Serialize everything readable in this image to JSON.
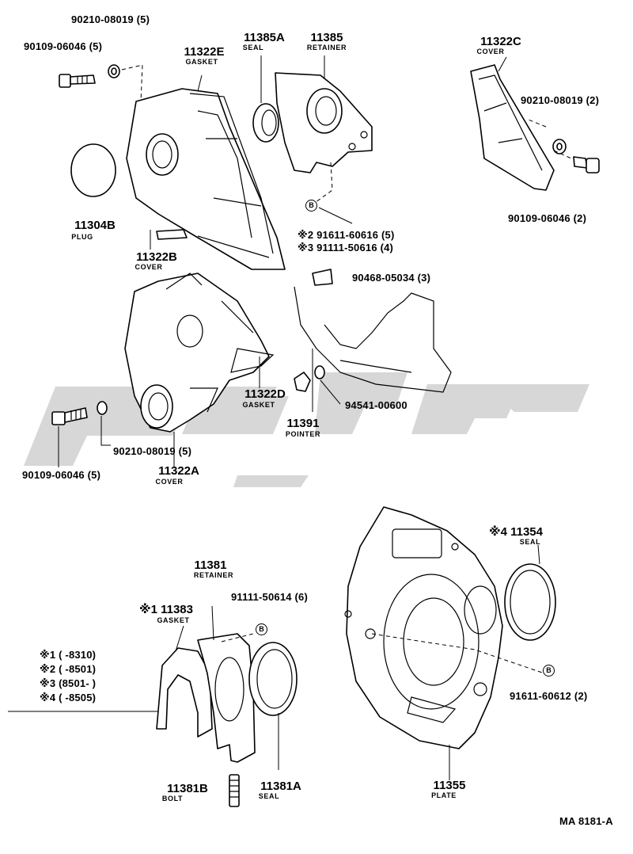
{
  "parts": {
    "p_90210_08019_a": "90210-08019 (5)",
    "p_90109_06046_a": "90109-06046 (5)",
    "p_11322E": "11322E",
    "p_11322E_name": "GASKET",
    "p_11385A": "11385A",
    "p_11385A_name": "SEAL",
    "p_11385": "11385",
    "p_11385_name": "RETAINER",
    "p_11322C": "11322C",
    "p_11322C_name": "COVER",
    "p_90210_08019_c": "90210-08019 (2)",
    "p_90109_06046_c": "90109-06046 (2)",
    "p_11304B": "11304B",
    "p_11304B_name": "PLUG",
    "p_11322B": "11322B",
    "p_11322B_name": "COVER",
    "p_91611_60616": "※2 91611-60616 (5)",
    "p_91111_50616": "※3 91111-50616 (4)",
    "p_90468_05034": "90468-05034 (3)",
    "p_11322D": "11322D",
    "p_11322D_name": "GASKET",
    "p_94541_00600": "94541-00600",
    "p_11391": "11391",
    "p_11391_name": "POINTER",
    "p_90210_08019_b": "90210-08019 (5)",
    "p_90109_06046_b": "90109-06046 (5)",
    "p_11322A": "11322A",
    "p_11322A_name": "COVER",
    "p_11381": "11381",
    "p_11381_name": "RETAINER",
    "p_11383": "※1 11383",
    "p_11383_name": "GASKET",
    "p_91111_50614": "91111-50614 (6)",
    "p_11354": "※4 11354",
    "p_11354_name": "SEAL",
    "p_91611_60612": "91611-60612 (2)",
    "p_11381B": "11381B",
    "p_11381B_name": "BOLT",
    "p_11381A": "11381A",
    "p_11381A_name": "SEAL",
    "p_11355": "11355",
    "p_11355_name": "PLATE",
    "b_marker": "B"
  },
  "notes": [
    "※1 (      -8310)",
    "※2 (      -8501)",
    "※3 (8501-      )",
    "※4 (      -8505)"
  ],
  "figure_code": "MA 8181-A",
  "watermark_color": "#d7d7d7"
}
